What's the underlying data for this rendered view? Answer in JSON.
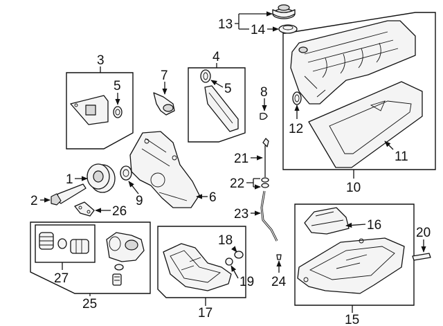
{
  "callouts": {
    "c1": "1",
    "c2": "2",
    "c3": "3",
    "c4": "4",
    "c5a": "5",
    "c5b": "5",
    "c6": "6",
    "c7": "7",
    "c8": "8",
    "c9": "9",
    "c10": "10",
    "c11": "11",
    "c12": "12",
    "c13": "13",
    "c14": "14",
    "c15": "15",
    "c16": "16",
    "c17": "17",
    "c18": "18",
    "c19": "19",
    "c20": "20",
    "c21": "21",
    "c22": "22",
    "c23": "23",
    "c24": "24",
    "c25": "25",
    "c26": "26",
    "c27": "27"
  }
}
